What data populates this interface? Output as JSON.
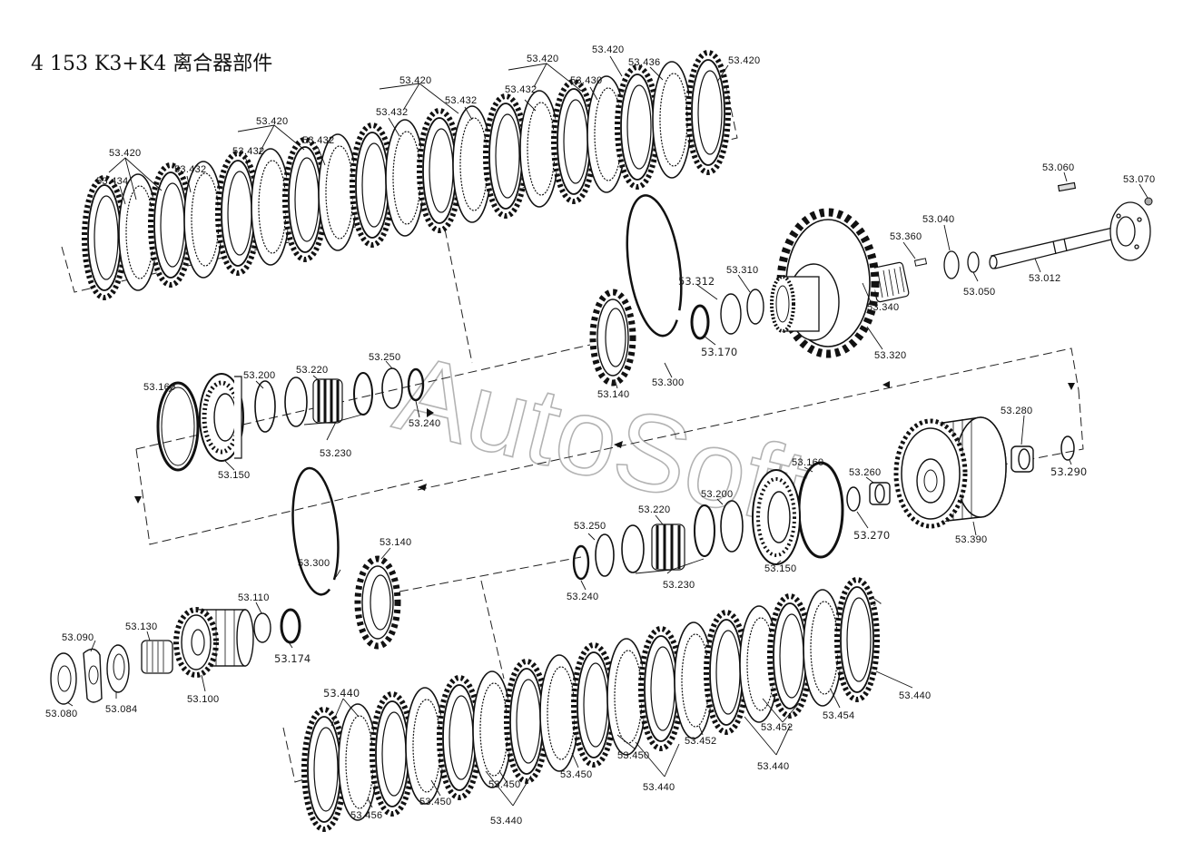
{
  "title": "4 153 K3+K4 离合器部件",
  "watermark": "AutoSoft",
  "labels": {
    "l53_420_a": "53.420",
    "l53_434": "53.434",
    "l53_432_a": "53.432",
    "l53_420_b": "53.420",
    "l53_432_b": "53.432",
    "l53_432_c": "53.432",
    "l53_420_c": "53.420",
    "l53_432_d": "53.432",
    "l53_432_e": "53.432",
    "l53_420_d": "53.420",
    "l53_432_f": "53.432",
    "l53_420_e": "53.420",
    "l53_430": "53.430",
    "l53_436": "53.436",
    "l53_420_f": "53.420",
    "l53_060": "53.060",
    "l53_070": "53.070",
    "l53_040": "53.040",
    "l53_360": "53.360",
    "l53_050": "53.050",
    "l53_012": "53.012",
    "l53_310": "53.310",
    "l53_312": "53.312",
    "l53_340": "53.340",
    "l53_170": "53.170",
    "l53_320": "53.320",
    "l53_140_a": "53.140",
    "l53_300_a": "53.300",
    "l53_160_a": "53.160",
    "l53_200_a": "53.200",
    "l53_220_a": "53.220",
    "l53_250_a": "53.250",
    "l53_240_a": "53.240",
    "l53_230_a": "53.230",
    "l53_150_a": "53.150",
    "l53_280": "53.280",
    "l53_290": "53.290",
    "l53_160_b": "53.160",
    "l53_260": "53.260",
    "l53_270": "53.270",
    "l53_390": "53.390",
    "l53_220_b": "53.220",
    "l53_200_b": "53.200",
    "l53_250_b": "53.250",
    "l53_230_b": "53.230",
    "l53_240_b": "53.240",
    "l53_150_b": "53.150",
    "l53_300_b": "53.300",
    "l53_140_b": "53.140",
    "l53_110": "53.110",
    "l53_174": "53.174",
    "l53_090": "53.090",
    "l53_130": "53.130",
    "l53_080": "53.080",
    "l53_084": "53.084",
    "l53_100": "53.100",
    "l53_440_a": "53.440",
    "l53_440_b": "53.440",
    "l53_454": "53.454",
    "l53_452_a": "53.452",
    "l53_452_b": "53.452",
    "l53_440_c": "53.440",
    "l53_450_a": "53.450",
    "l53_440_d": "53.440",
    "l53_450_b": "53.450",
    "l53_450_c": "53.450",
    "l53_450_d": "53.450",
    "l53_440_e": "53.440",
    "l53_456": "53.456"
  }
}
